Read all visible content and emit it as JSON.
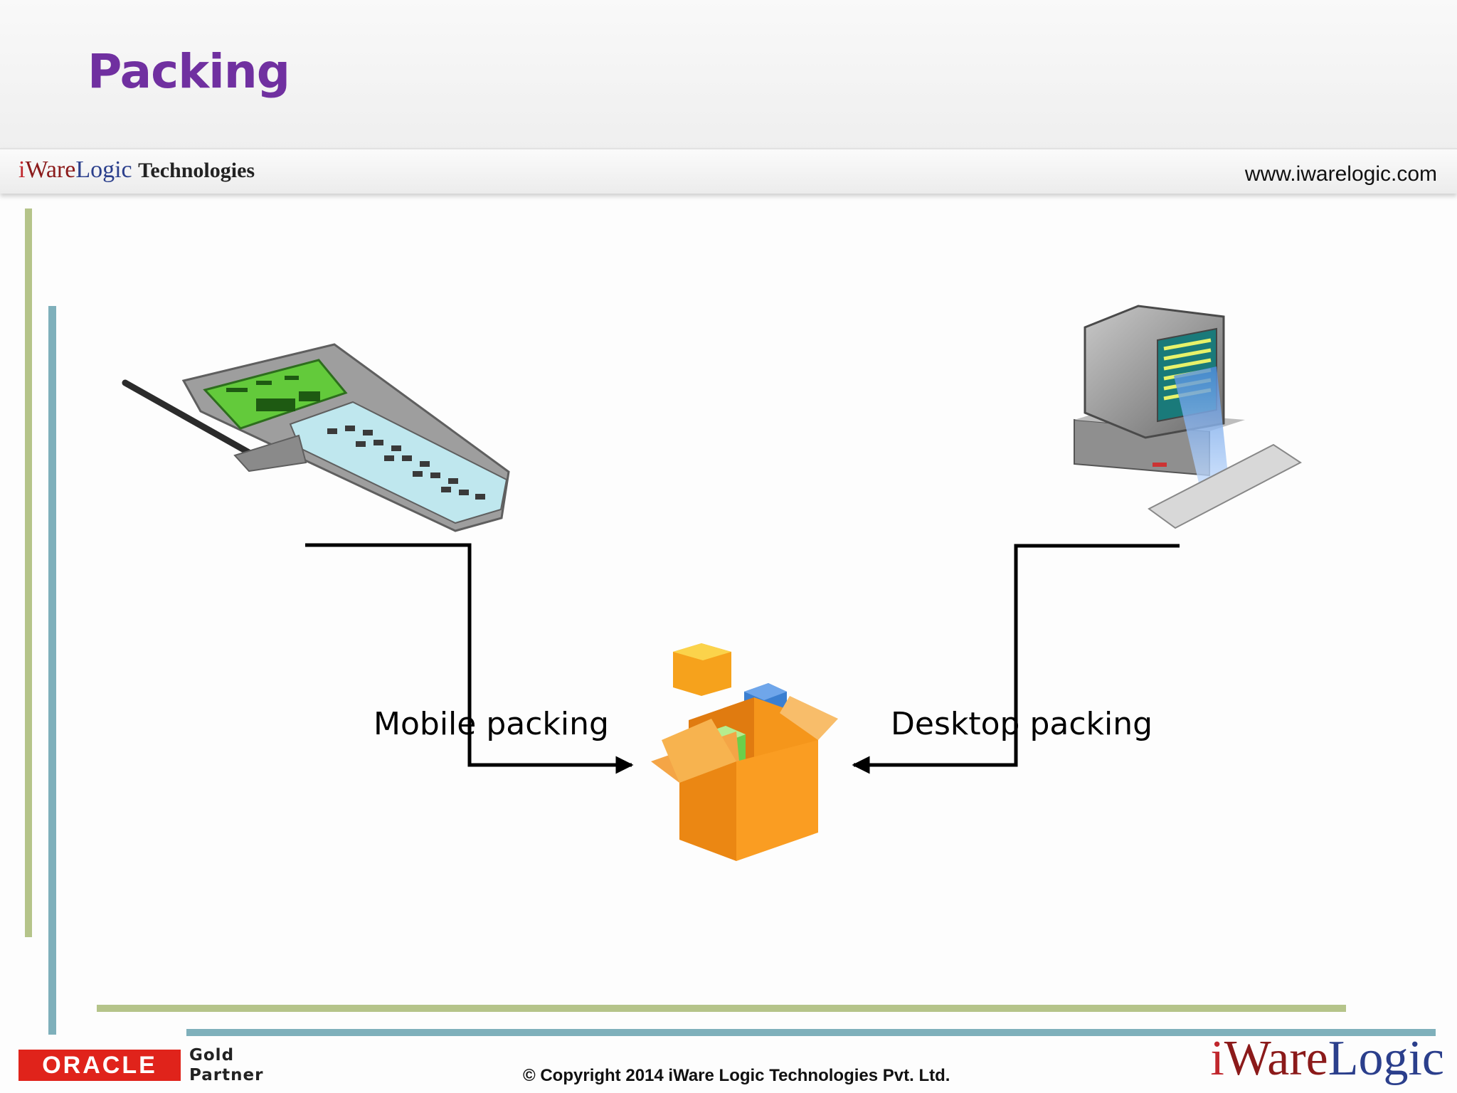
{
  "slide": {
    "title": "Packing"
  },
  "brand": {
    "i": "i",
    "ware": "Ware",
    "logic": "Logic",
    "technologies": "Technologies",
    "website": "www.iwarelogic.com"
  },
  "diagram": {
    "left_label": "Mobile packing",
    "right_label": "Desktop packing",
    "left_icon": "handheld-scanner-icon",
    "right_icon": "desktop-computer-icon",
    "center_icon": "package-box-icon"
  },
  "footer": {
    "oracle": "ORACLE",
    "gold": "Gold",
    "partner": "Partner",
    "copyright": "© Copyright 2014 iWare Logic Technologies Pvt. Ltd.",
    "logo_i": "i",
    "logo_ware": "Ware",
    "logo_logic": "Logic"
  },
  "colors": {
    "title": "#7030a0",
    "accent_green": "#b5c48a",
    "accent_blue": "#7fb0bb",
    "oracle_red": "#e0231b"
  }
}
